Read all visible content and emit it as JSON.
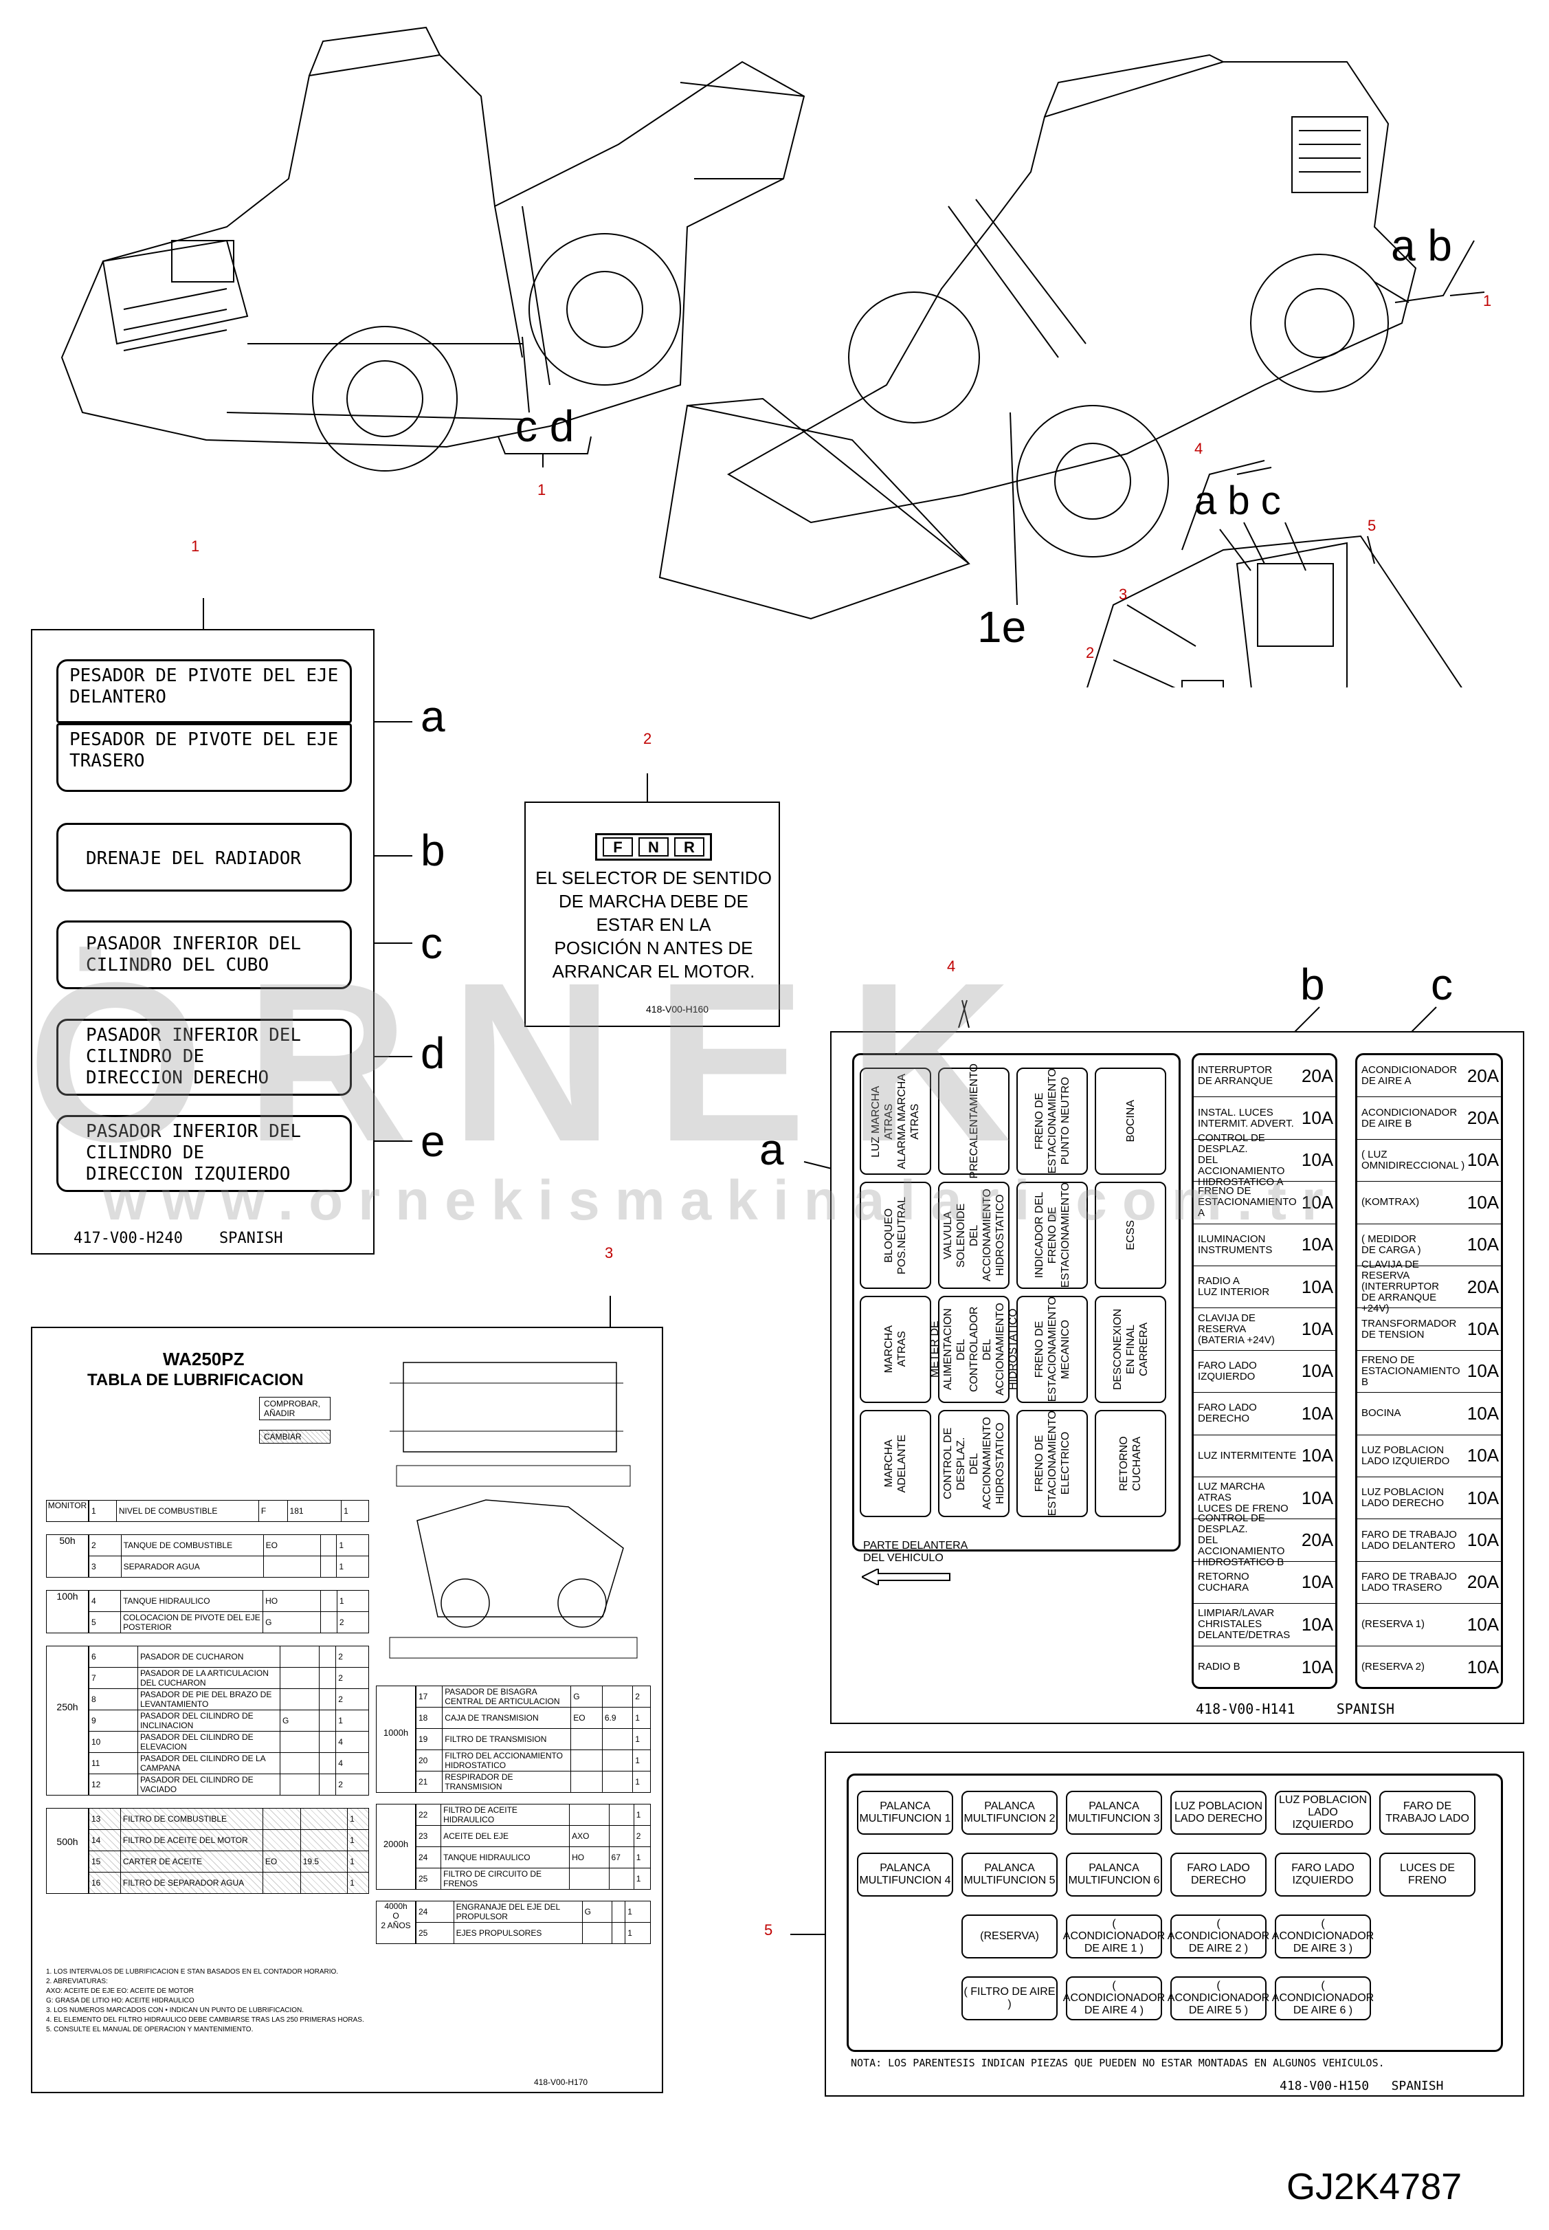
{
  "figure_id": "GJ2K4787",
  "callouts": {
    "c_d": "c d",
    "one_e": "1e",
    "a_b": "a b",
    "a_b_c": "a b c",
    "a": "a",
    "b": "b",
    "c": "c",
    "d": "d",
    "e": "e"
  },
  "red_refs": {
    "r1_left": "1",
    "r1_right": "1",
    "r1_panel": "1",
    "r2_panel": "2",
    "r2_cab": "2",
    "r3_cab": "3",
    "r3_panel": "3",
    "r4_cab": "4",
    "r4_panel": "4",
    "r5_cab": "5",
    "r5_panel": "5"
  },
  "decal1": {
    "a1": "PESADOR DE PIVOTE DEL EJE\nDELANTERO",
    "a2": "PESADOR DE PIVOTE DEL EJE\nTRASERO",
    "b": "DRENAJE DEL RADIADOR",
    "c": "PASADOR INFERIOR DEL\nCILINDRO DEL CUBO",
    "d": "PASADOR INFERIOR DEL\nCILINDRO DE\nDIRECCION DERECHO",
    "e": "PASADOR INFERIOR DEL\nCILINDRO DE\nDIRECCION IZQUIERDO",
    "code": "417-V00-H240",
    "lang": "SPANISH"
  },
  "decal2": {
    "fnr": [
      "F",
      "N",
      "R"
    ],
    "text": "EL SELECTOR DE SENTIDO\nDE MARCHA DEBE DE\nESTAR EN LA\nPOSICIÓN N ANTES DE\nARRANCAR EL MOTOR.",
    "code": "418-V00-H160"
  },
  "decal3": {
    "model": "WA250PZ",
    "title": "TABLA DE LUBRIFICACION",
    "legend1": "COMPROBAR,\nAÑADIR",
    "legend2": "CAMBIAR",
    "code": "418-V00-H170",
    "groups": [
      {
        "interval": "MONITOR",
        "rows": [
          [
            "1",
            "NIVEL DE COMBUSTIBLE",
            "F",
            "181",
            "1"
          ]
        ]
      },
      {
        "interval": "50h",
        "rows": [
          [
            "2",
            "TANQUE DE COMBUSTIBLE",
            "EO",
            "",
            "1"
          ],
          [
            "3",
            "SEPARADOR AGUA",
            "",
            "",
            "1"
          ]
        ]
      },
      {
        "interval": "100h",
        "rows": [
          [
            "4",
            "TANQUE HIDRAULICO",
            "HO",
            "",
            "1"
          ],
          [
            "5",
            "COLOCACION DE PIVOTE DEL EJE POSTERIOR",
            "G",
            "",
            "2"
          ]
        ]
      },
      {
        "interval": "250h",
        "rows": [
          [
            "6",
            "PASADOR DE CUCHARON",
            "",
            "",
            "2"
          ],
          [
            "7",
            "PASADOR DE LA ARTICULACION DEL CUCHARON",
            "",
            "",
            "2"
          ],
          [
            "8",
            "PASADOR DE PIE DEL BRAZO DE LEVANTAMIENTO",
            "",
            "",
            "2"
          ],
          [
            "9",
            "PASADOR DEL CILINDRO DE INCLINACION",
            "G",
            "",
            "1"
          ],
          [
            "10",
            "PASADOR DEL CILINDRO DE ELEVACION",
            "",
            "",
            "4"
          ],
          [
            "11",
            "PASADOR DEL CILINDRO DE LA CAMPANA",
            "",
            "",
            "4"
          ],
          [
            "12",
            "PASADOR DEL CILINDRO DE VACIADO",
            "",
            "",
            "2"
          ]
        ]
      },
      {
        "interval": "500h",
        "rows": [
          [
            "13",
            "FILTRO DE COMBUSTIBLE",
            "",
            "",
            "1"
          ],
          [
            "14",
            "FILTRO DE ACEITE DEL MOTOR",
            "",
            "",
            "1"
          ],
          [
            "15",
            "CARTER DE ACEITE",
            "EO",
            "19.5",
            "1"
          ],
          [
            "16",
            "FILTRO DE SEPARADOR AGUA",
            "",
            "",
            "1"
          ]
        ]
      }
    ],
    "groups_right": [
      {
        "interval": "1000h",
        "rows": [
          [
            "17",
            "PASADOR DE BISAGRA CENTRAL DE ARTICULACION",
            "G",
            "",
            "2"
          ],
          [
            "18",
            "CAJA DE TRANSMISION",
            "EO",
            "6.9",
            "1"
          ],
          [
            "19",
            "FILTRO DE TRANSMISION",
            "",
            "",
            "1"
          ],
          [
            "20",
            "FILTRO DEL ACCIONAMIENTO HIDROSTATICO",
            "",
            "",
            "1"
          ],
          [
            "21",
            "RESPIRADOR DE TRANSMISION",
            "",
            "",
            "1"
          ]
        ]
      },
      {
        "interval": "2000h",
        "rows": [
          [
            "22",
            "FILTRO DE ACEITE HIDRAULICO",
            "",
            "",
            "1"
          ],
          [
            "23",
            "ACEITE DEL EJE",
            "AXO",
            "",
            "2"
          ],
          [
            "24",
            "TANQUE HIDRAULICO",
            "HO",
            "67",
            "1"
          ],
          [
            "25",
            "FILTRO DE CIRCUITO DE FRENOS",
            "",
            "",
            "1"
          ]
        ]
      },
      {
        "interval": "4000h\nO\n2 AÑOS",
        "rows": [
          [
            "24",
            "ENGRANAJE DEL EJE DEL PROPULSOR",
            "G",
            "",
            "1"
          ],
          [
            "25",
            "EJES PROPULSORES",
            "",
            "",
            "1"
          ]
        ]
      }
    ],
    "notes": "1. LOS INTERVALOS DE LUBRIFICACION E STAN BASADOS EN EL CONTADOR HORARIO.\n2. ABREVIATURAS:\n   AXO: ACEITE DE EJE   EO: ACEITE DE MOTOR\n   G: GRASA DE LITIO   HO: ACEITE HIDRAULICO\n3. LOS NUMEROS MARCADOS CON • INDICAN UN PUNTO DE LUBRIFICACION.\n4. EL ELEMENTO DEL FILTRO HIDRAULICO DEBE CAMBIARSE TRAS LAS 250 PRIMERAS HORAS.\n5. CONSULTE EL MANUAL DE OPERACION Y MANTENIMIENTO."
  },
  "decal4": {
    "relays": [
      [
        "LUZ MARCHA\nATRAS\nALARMA MARCHA\nATRAS",
        "PRECALENTAMIENTO",
        "FRENO DE\nESTACIONAMIENTO\nPUNTO NEUTRO",
        "BOCINA"
      ],
      [
        "BLOQUEO\nPOS.NEUTRAL",
        "VALVULA SOLENOIDE\nDEL ACCIONAMIENTO\nHIDROSTATICO",
        "INDICADOR DEL\nFRENO DE\nESTACIONAMIENTO",
        "ECSS"
      ],
      [
        "MARCHA\nATRAS",
        "METER DE ALIMENTACION\nDEL CONTROLADOR\nDEL ACCIONAMIENTO\nHIDROSTATICO",
        "FRENO DE\nESTACIONAMIENTO\nMECANICO",
        "DESCONEXION\nEN FINAL CARRERA"
      ],
      [
        "MARCHA\nADELANTE",
        "CONTROL DE DESPLAZ.\nDEL ACCIONAMIENTO\nHIDROSTATICO",
        "FRENO DE\nESTACIONAMIENTO\nELECTRICO",
        "RETORNO CUCHARA"
      ]
    ],
    "front_label": "PARTE DELANTERA\nDEL VEHICULO",
    "fuses_b": [
      [
        "INTERRUPTOR\nDE ARRANQUE",
        "20A"
      ],
      [
        "INSTAL. LUCES\nINTERMIT. ADVERT.",
        "10A"
      ],
      [
        "CONTROL DE DESPLAZ.\nDEL ACCIONAMIENTO\nHIDROSTATICO A",
        "10A"
      ],
      [
        "FRENO DE\nESTACIONAMIENTO A",
        "10A"
      ],
      [
        "ILUMINACION\nINSTRUMENTS",
        "10A"
      ],
      [
        "RADIO A\nLUZ INTERIOR",
        "10A"
      ],
      [
        "CLAVIJA DE RESERVA\n(BATERIA +24V)",
        "10A"
      ],
      [
        "FARO LADO\nIZQUIERDO",
        "10A"
      ],
      [
        "FARO LADO\nDERECHO",
        "10A"
      ],
      [
        "LUZ INTERMITENTE",
        "10A"
      ],
      [
        "LUZ MARCHA ATRAS\nLUCES DE FRENO",
        "10A"
      ],
      [
        "CONTROL DE DESPLAZ.\nDEL ACCIONAMIENTO\nHIDROSTATICO B",
        "20A"
      ],
      [
        "RETORNO CUCHARA",
        "10A"
      ],
      [
        "LIMPIAR/LAVAR\nCHRISTALES\nDELANTE/DETRAS",
        "10A"
      ],
      [
        "RADIO B",
        "10A"
      ]
    ],
    "fuses_c": [
      [
        "ACONDICIONADOR\nDE AIRE A",
        "20A"
      ],
      [
        "ACONDICIONADOR\nDE AIRE B",
        "20A"
      ],
      [
        "( LUZ\nOMNIDIRECCIONAL )",
        "10A"
      ],
      [
        "(KOMTRAX)",
        "10A"
      ],
      [
        "( MEDIDOR\nDE CARGA )",
        "10A"
      ],
      [
        "CLAVIJA DE RESERVA\n(INTERRUPTOR\nDE ARRANQUE +24V)",
        "20A"
      ],
      [
        "TRANSFORMADOR\nDE TENSION",
        "10A"
      ],
      [
        "FRENO DE\nESTACIONAMIENTO B",
        "10A"
      ],
      [
        "BOCINA",
        "10A"
      ],
      [
        "LUZ POBLACION\nLADO IZQUIERDO",
        "10A"
      ],
      [
        "LUZ POBLACION\nLADO DERECHO",
        "10A"
      ],
      [
        "FARO DE TRABAJO\nLADO DELANTERO",
        "10A"
      ],
      [
        "FARO DE TRABAJO\nLADO TRASERO",
        "20A"
      ],
      [
        "(RESERVA 1)",
        "10A"
      ],
      [
        "(RESERVA 2)",
        "10A"
      ]
    ],
    "code": "418-V00-H141",
    "lang": "SPANISH"
  },
  "decal5": {
    "rows": [
      [
        "PALANCA\nMULTIFUNCION 1",
        "PALANCA\nMULTIFUNCION 2",
        "PALANCA\nMULTIFUNCION 3",
        "LUZ POBLACION\nLADO DERECHO",
        "LUZ POBLACION\nLADO IZQUIERDO",
        "FARO DE\nTRABAJO LADO"
      ],
      [
        "PALANCA\nMULTIFUNCION 4",
        "PALANCA\nMULTIFUNCION 5",
        "PALANCA\nMULTIFUNCION 6",
        "FARO LADO\nDERECHO",
        "FARO LADO\nIZQUIERDO",
        "LUCES DE FRENO"
      ],
      [
        "(RESERVA)",
        "( ACONDICIONADOR\nDE AIRE 1 )",
        "( ACONDICIONADOR\nDE AIRE 2 )",
        "( ACONDICIONADOR\nDE AIRE 3 )"
      ],
      [
        "( FILTRO DE AIRE )",
        "( ACONDICIONADOR\nDE AIRE 4 )",
        "( ACONDICIONADOR\nDE AIRE 5 )",
        "( ACONDICIONADOR\nDE AIRE 6 )"
      ]
    ],
    "note": "NOTA: LOS PARENTESIS INDICAN PIEZAS QUE PUEDEN NO ESTAR MONTADAS EN ALGUNOS VEHICULOS.",
    "code": "418-V00-H150",
    "lang": "SPANISH"
  },
  "watermark": {
    "big": "ÖRNEK",
    "url": "www.ornekismakinalari.com.tr"
  }
}
